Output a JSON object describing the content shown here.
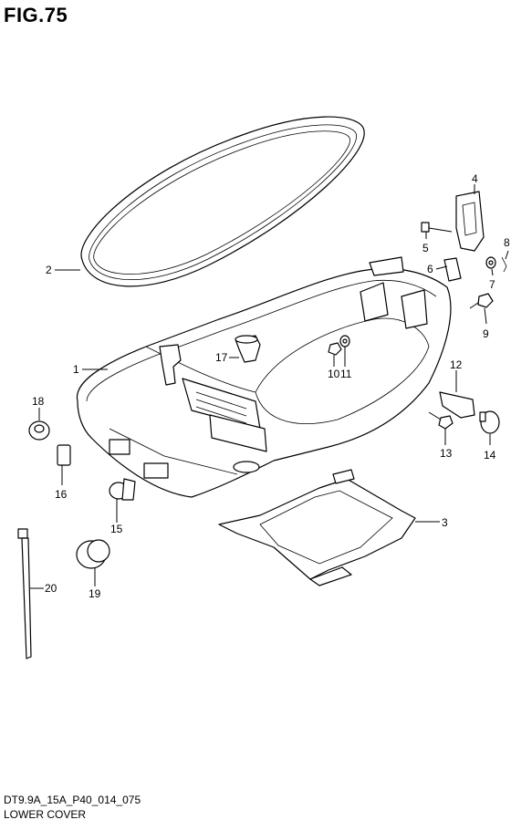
{
  "figure_title": "FIG.75",
  "drawing_code": "DT9.9A_15A_P40_014_075",
  "section_name": "LOWER COVER",
  "callouts": [
    "1",
    "2",
    "3",
    "4",
    "5",
    "6",
    "7",
    "8",
    "9",
    "10",
    "11",
    "12",
    "13",
    "14",
    "15",
    "16",
    "17",
    "18",
    "19",
    "20"
  ]
}
